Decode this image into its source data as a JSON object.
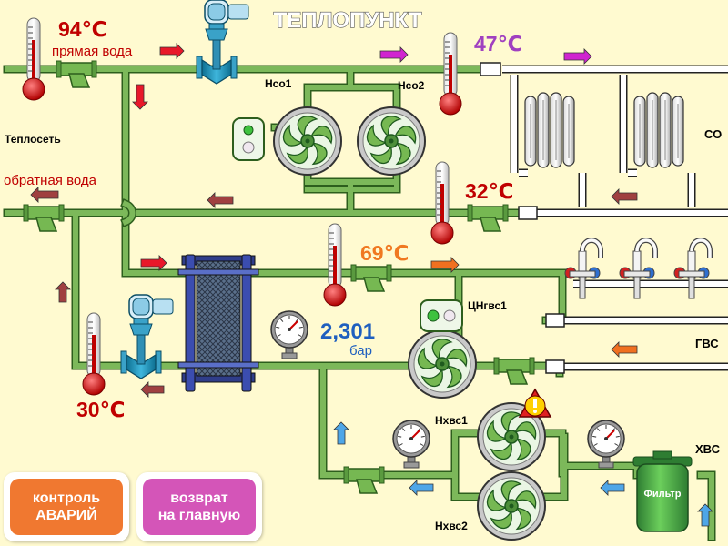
{
  "title": "ТЕПЛОПУНКТ",
  "temperatures": {
    "supply": "94℃",
    "co_supply": "47℃",
    "co_return": "32℃",
    "hot_water": "69℃",
    "return": "30℃"
  },
  "labels": {
    "supply_water": "прямая вода",
    "return_water": "обратная вода",
    "heat_network": "Теплосеть",
    "co": "СО",
    "gvs": "ГВС",
    "hvs": "ХВС",
    "filter": "Фильтр"
  },
  "pumps": {
    "hso1": "Нсо1",
    "hso2": "Нсо2",
    "tsngvs1": "ЦНгвс1",
    "hhvs1": "Нхвс1",
    "hhvs2": "Нхвс2"
  },
  "pressure": {
    "value": "2,301",
    "unit": "бар"
  },
  "buttons": {
    "alarm_control": "контроль\nАВАРИЙ",
    "back_main": "возврат\nна главную"
  },
  "colors": {
    "background": "#fffad0",
    "pipe": "#7cb85a",
    "supply_temp": "#c00000",
    "co_temp": "#a040c0",
    "hot_water_temp": "#f07820",
    "pressure_value": "#1f5fbf",
    "alarm_button": "#f07830",
    "back_button": "#d455b8"
  }
}
